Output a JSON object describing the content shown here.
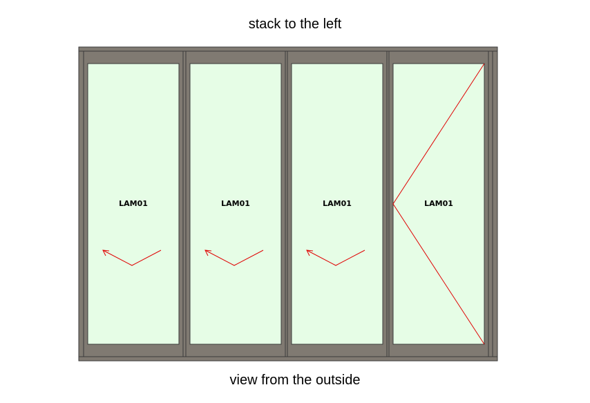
{
  "diagram": {
    "title": "stack to the left",
    "footer": "view from the outside",
    "panels": [
      {
        "label": "LAM01",
        "marking": "fold-arrow-left"
      },
      {
        "label": "LAM01",
        "marking": "fold-arrow-left"
      },
      {
        "label": "LAM01",
        "marking": "fold-arrow-left"
      },
      {
        "label": "LAM01",
        "marking": "hinge-left-triangle"
      }
    ],
    "colors": {
      "frame": "#807a72",
      "frame_outline": "#3a3a3a",
      "glass": "#e6fde6",
      "marking": "#e00000"
    }
  }
}
